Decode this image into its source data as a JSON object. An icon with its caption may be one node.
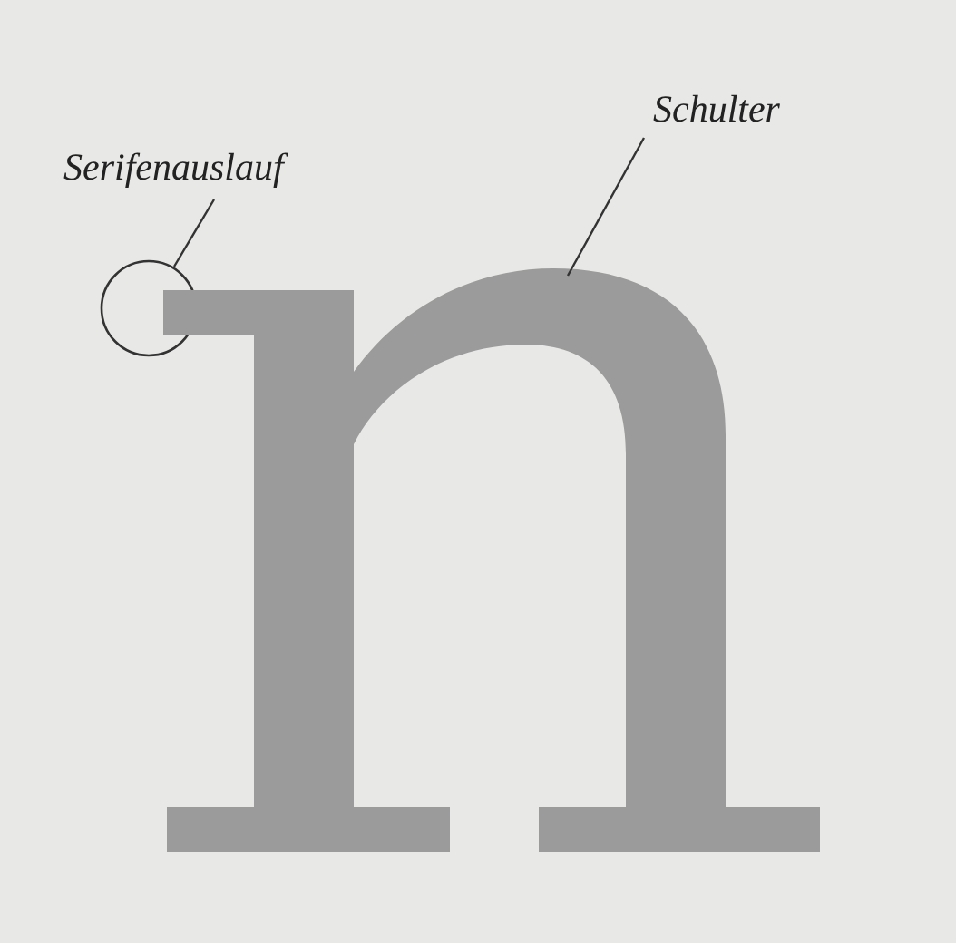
{
  "diagram": {
    "nodes": [
      {
        "text": [
          "Serifenauslauf"
        ]
      },
      {
        "text": [
          "Schulter"
        ]
      },
      {
        "text": [],
        "shape": "circle"
      },
      {
        "text": [],
        "shape": "picture"
      }
    ],
    "edges": [
      {
        "from": 0,
        "to": 2,
        "arrow": "none"
      },
      {
        "from": 1,
        "to": 3,
        "arrow": "none"
      }
    ]
  }
}
